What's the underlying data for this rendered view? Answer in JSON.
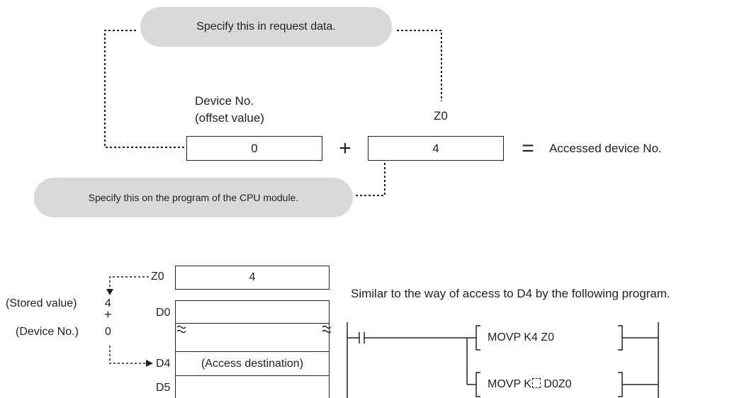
{
  "top": {
    "request_bubble": "Specify this in request data.",
    "program_bubble": "Specify this on the program of the CPU module.",
    "device_label_line1": "Device No.",
    "device_label_line2": "(offset value)",
    "z_label": "Z0",
    "offset_value": "0",
    "plus": "+",
    "index_value": "4",
    "equals": "=",
    "result_label": "Accessed device No."
  },
  "bottom": {
    "z_register": "Z0",
    "z_register_value": "4",
    "stored_value_label": "(Stored value)",
    "stored_value": "4",
    "plus": "+",
    "device_no_label": "(Device No.)",
    "device_no": "0",
    "d0_label": "D0",
    "d4_label": "D4",
    "d5_label": "D5",
    "access_destination": "(Access destination)",
    "program_note": "Similar to the way of access to D4 by the following program.",
    "instruction1": "MOVP  K4   Z0",
    "instruction2_prefix": "MOVP  K",
    "instruction2_suffix": " D0Z0"
  }
}
